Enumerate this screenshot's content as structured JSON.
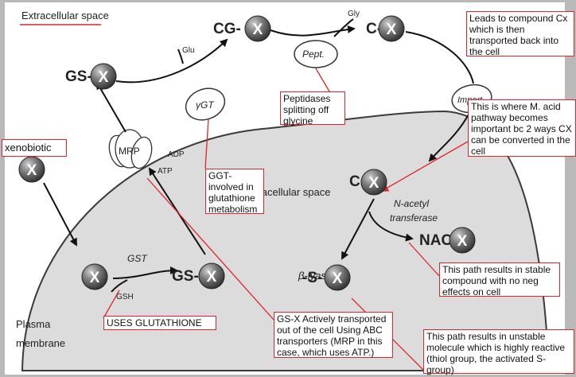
{
  "labels": {
    "extracellular": "Extracellular space",
    "intracellular": "Intracellular space",
    "plasma": "Plasma",
    "membrane": "membrane",
    "glu": "Glu",
    "gly": "Gly",
    "adp": "ADP",
    "atp": "ATP",
    "gsh": "GSH",
    "gst": "GST",
    "ygt": "γGT",
    "mrp": "MRP",
    "pept": "Pept.",
    "import": "Import.",
    "beta_lyase": "β-lyase",
    "nacetyl_1": "N-acetyl",
    "nacetyl_2": "transferase",
    "xenobiotic": "xenobiotic"
  },
  "molecules": {
    "x": "X",
    "gs": "GS-",
    "cg": "CG-",
    "c": "C-",
    "nac": "NAC-",
    "s": "-S-"
  },
  "notes": {
    "leads": "Leads to compound Cx which is then transported back into the cell",
    "macid": "This is where M. acid pathway becomes important bc 2 ways CX can be converted in the cell",
    "pept": "Peptidases splitting off glycine",
    "ggt": "GGT- involved in glutathione metabolism",
    "stable": "This path results in stable compound with no neg effects on cell",
    "uses": "USES GLUTATHIONE",
    "gsx": "GS-X Actively transported out of the cell Using ABC transporters (MRP in this case, which uses ATP.)",
    "unstable": "This path results in unstable molecule which is highly reactive (thiol group, the activated S-group)"
  }
}
